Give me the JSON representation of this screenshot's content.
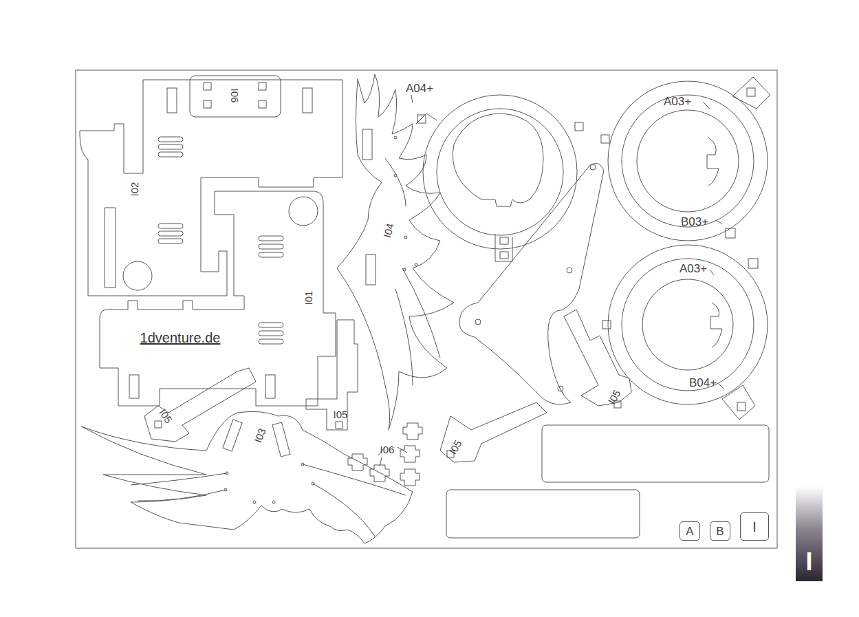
{
  "diagram": {
    "nodes": [
      {
        "text": [
          "A"
        ]
      },
      {
        "text": [
          "B"
        ]
      },
      {
        "text": [
          "I"
        ]
      },
      {
        "text": [
          "I"
        ]
      }
    ],
    "labels": [
      "I06",
      "A04+",
      "A03+",
      "I02",
      "B03+",
      "I04",
      "A03+",
      "I01",
      "1dventure.de",
      "B04+",
      "I05",
      "I05",
      "I05",
      "I03",
      "I06",
      "I05"
    ]
  }
}
